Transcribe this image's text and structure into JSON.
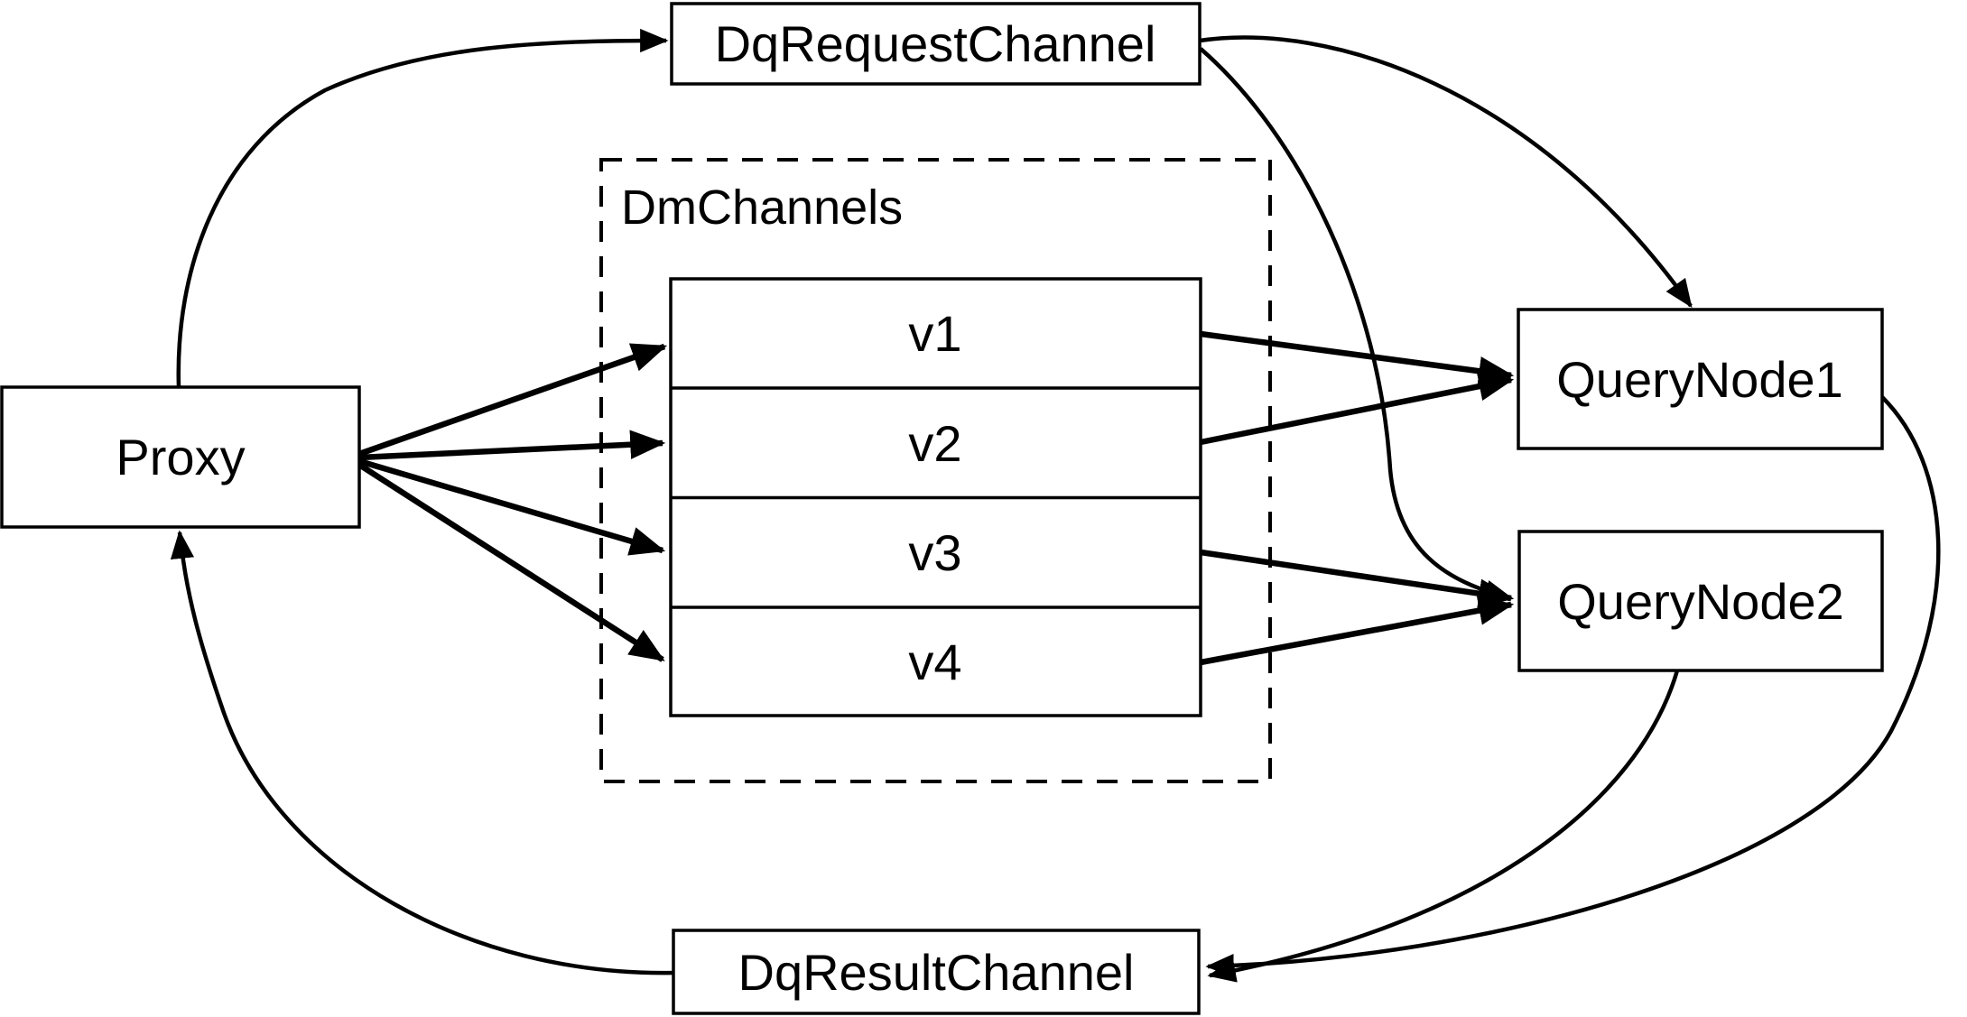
{
  "diagram": {
    "background_color": "#ffffff",
    "line_color": "#000000",
    "nodes": {
      "proxy": {
        "label": "Proxy"
      },
      "dq_request_channel": {
        "label": "DqRequestChannel"
      },
      "dm_channels_group": {
        "label": "DmChannels"
      },
      "channel_v1": {
        "label": "v1"
      },
      "channel_v2": {
        "label": "v2"
      },
      "channel_v3": {
        "label": "v3"
      },
      "channel_v4": {
        "label": "v4"
      },
      "query_node_1": {
        "label": "QueryNode1"
      },
      "query_node_2": {
        "label": "QueryNode2"
      },
      "dq_result_channel": {
        "label": "DqResultChannel"
      }
    },
    "edges": [
      {
        "from": "Proxy",
        "to": "DqRequestChannel"
      },
      {
        "from": "Proxy",
        "to": "v1"
      },
      {
        "from": "Proxy",
        "to": "v2"
      },
      {
        "from": "Proxy",
        "to": "v3"
      },
      {
        "from": "Proxy",
        "to": "v4"
      },
      {
        "from": "v1",
        "to": "QueryNode1"
      },
      {
        "from": "v2",
        "to": "QueryNode1"
      },
      {
        "from": "v3",
        "to": "QueryNode2"
      },
      {
        "from": "v4",
        "to": "QueryNode2"
      },
      {
        "from": "DqRequestChannel",
        "to": "QueryNode1"
      },
      {
        "from": "DqRequestChannel",
        "to": "QueryNode2"
      },
      {
        "from": "QueryNode1",
        "to": "DqResultChannel"
      },
      {
        "from": "QueryNode2",
        "to": "DqResultChannel"
      },
      {
        "from": "DqResultChannel",
        "to": "Proxy"
      }
    ]
  }
}
